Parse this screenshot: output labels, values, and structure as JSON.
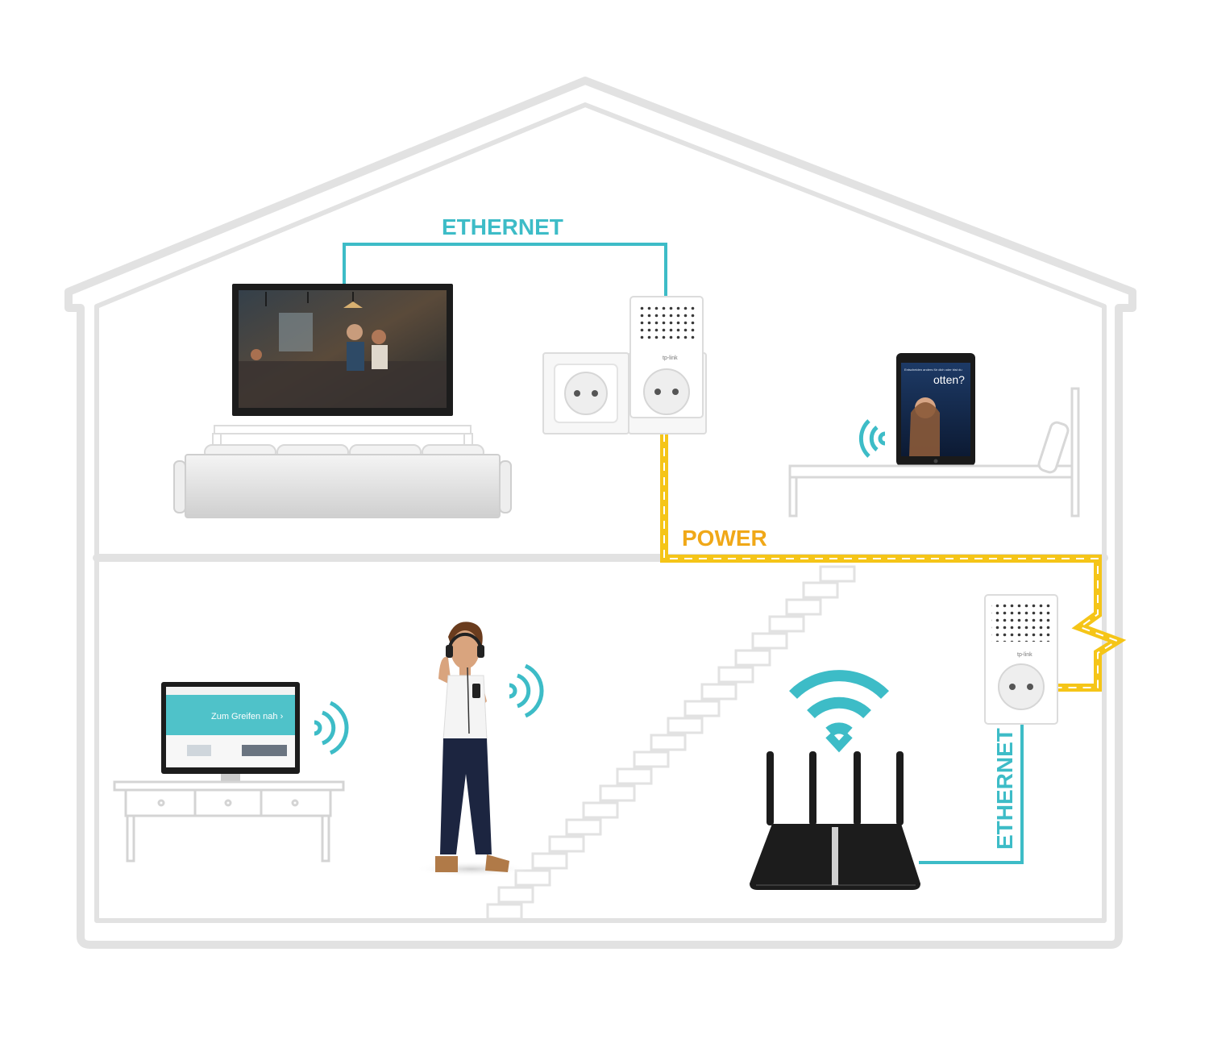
{
  "labels": {
    "ethernet_top": "ETHERNET",
    "power": "POWER",
    "ethernet_bottom": "ETHERNET"
  },
  "devices": {
    "laptop_screen_text": "Zum Greifen nah ›",
    "tablet_header_text": "Entscheiden anders für dich oder bist du",
    "tablet_brand_text": "otten?",
    "powerline_brand": "tp-link"
  },
  "colors": {
    "ethernet": "#3dbcc7",
    "power": "#f5c518",
    "power_label": "#f0a818",
    "house_outline": "#e2e2e2",
    "device_dark": "#1c1c1c"
  }
}
